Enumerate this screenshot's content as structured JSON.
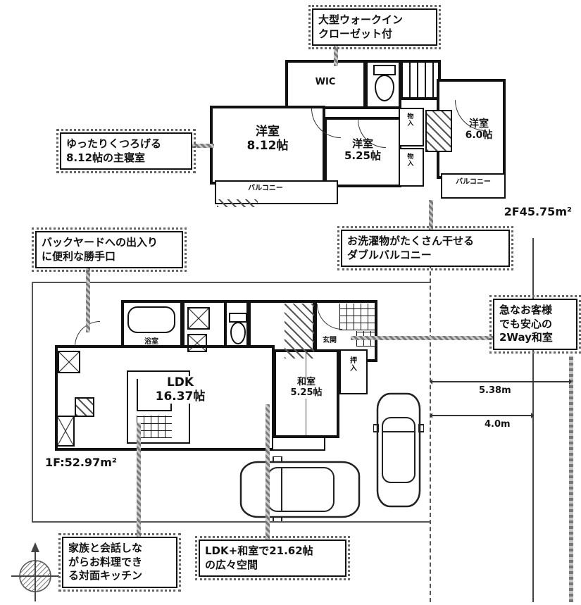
{
  "areas": {
    "f2": "2F45.75m²",
    "f1": "1F:52.97m²"
  },
  "callouts": {
    "wic": "大型ウォークイン\nクローゼット付",
    "bedroom": "ゆったりくつろげる\n8.12帖の主寝室",
    "backdoor": "バックヤードへの出入り\nに便利な勝手口",
    "balcony": "お洗濯物がたくさん干せる\nダブルバルコニー",
    "washitsu": "急なお客様\nでも安心の\n2Way和室",
    "kitchen": "家族と会話しな\nがらお料理でき\nる対面キッチン",
    "ldk": "LDK+和室で21.62帖\nの広々空間"
  },
  "rooms2f": {
    "west8": {
      "name": "洋室",
      "size": "8.12帖"
    },
    "west5": {
      "name": "洋室",
      "size": "5.25帖"
    },
    "west6": {
      "name": "洋室",
      "size": "6.0帖"
    },
    "wic": "WIC",
    "closet_a": "物入",
    "closet_b": "物入",
    "balcony_left": "バルコニー",
    "balcony_right": "バルコニー"
  },
  "rooms1f": {
    "ldk": {
      "name": "LDK",
      "size": "16.37帖"
    },
    "washitsu": {
      "name": "和室",
      "size": "5.25帖"
    },
    "bath": "浴室",
    "oshiire": "押入",
    "genkan": "玄関"
  },
  "dims": {
    "d1": "5.38m",
    "d2": "4.0m"
  }
}
